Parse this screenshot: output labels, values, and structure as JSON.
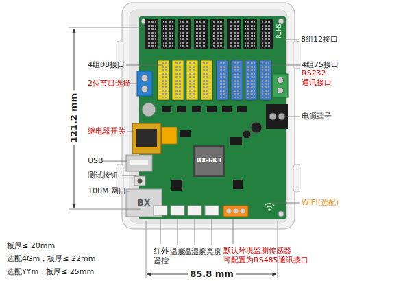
{
  "diagram": {
    "labels": [
      "8组12接口",
      "4组08接口",
      "4组75接口",
      "RS232 通讯接口",
      "2位节目选择",
      "电源端子",
      "继电器开关",
      "USB",
      "测试按钮",
      "100M 网口",
      "WIFI(选配)",
      "红外 遥控",
      "温度",
      "温湿度",
      "亮度",
      "默认环境监测传感器 可配置为RS485通讯接口",
      "121.2 mm",
      "85.8 mm",
      "板厚≤ 20mm",
      "选配4Gm，板厚≤ 22mm",
      "选配YYm，板厚≤ 25mm",
      "BX-6K3",
      "RoHS",
      "BX"
    ]
  }
}
